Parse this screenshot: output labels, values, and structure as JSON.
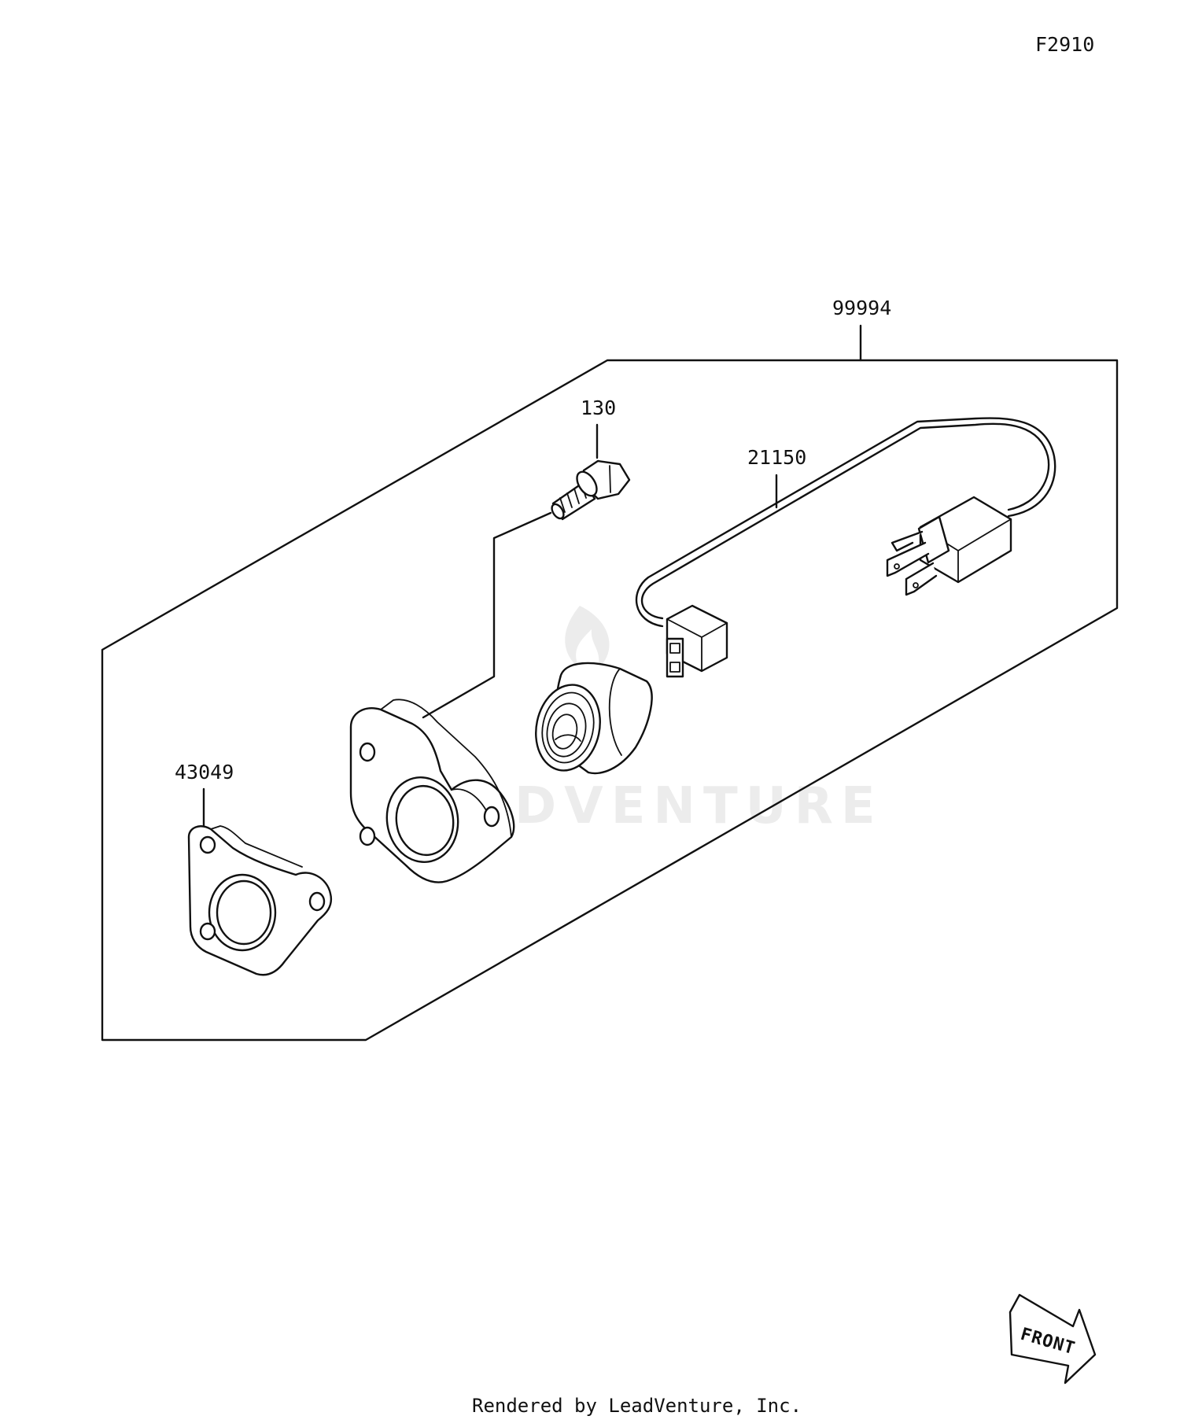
{
  "diagram_code": "F2910",
  "footer": "Rendered by LeadVenture, Inc.",
  "watermark": "LEADVENTURE",
  "front_label": "FRONT",
  "callouts": {
    "kit": "99994",
    "bolt": "130",
    "harness": "21150",
    "gasket": "43049"
  }
}
